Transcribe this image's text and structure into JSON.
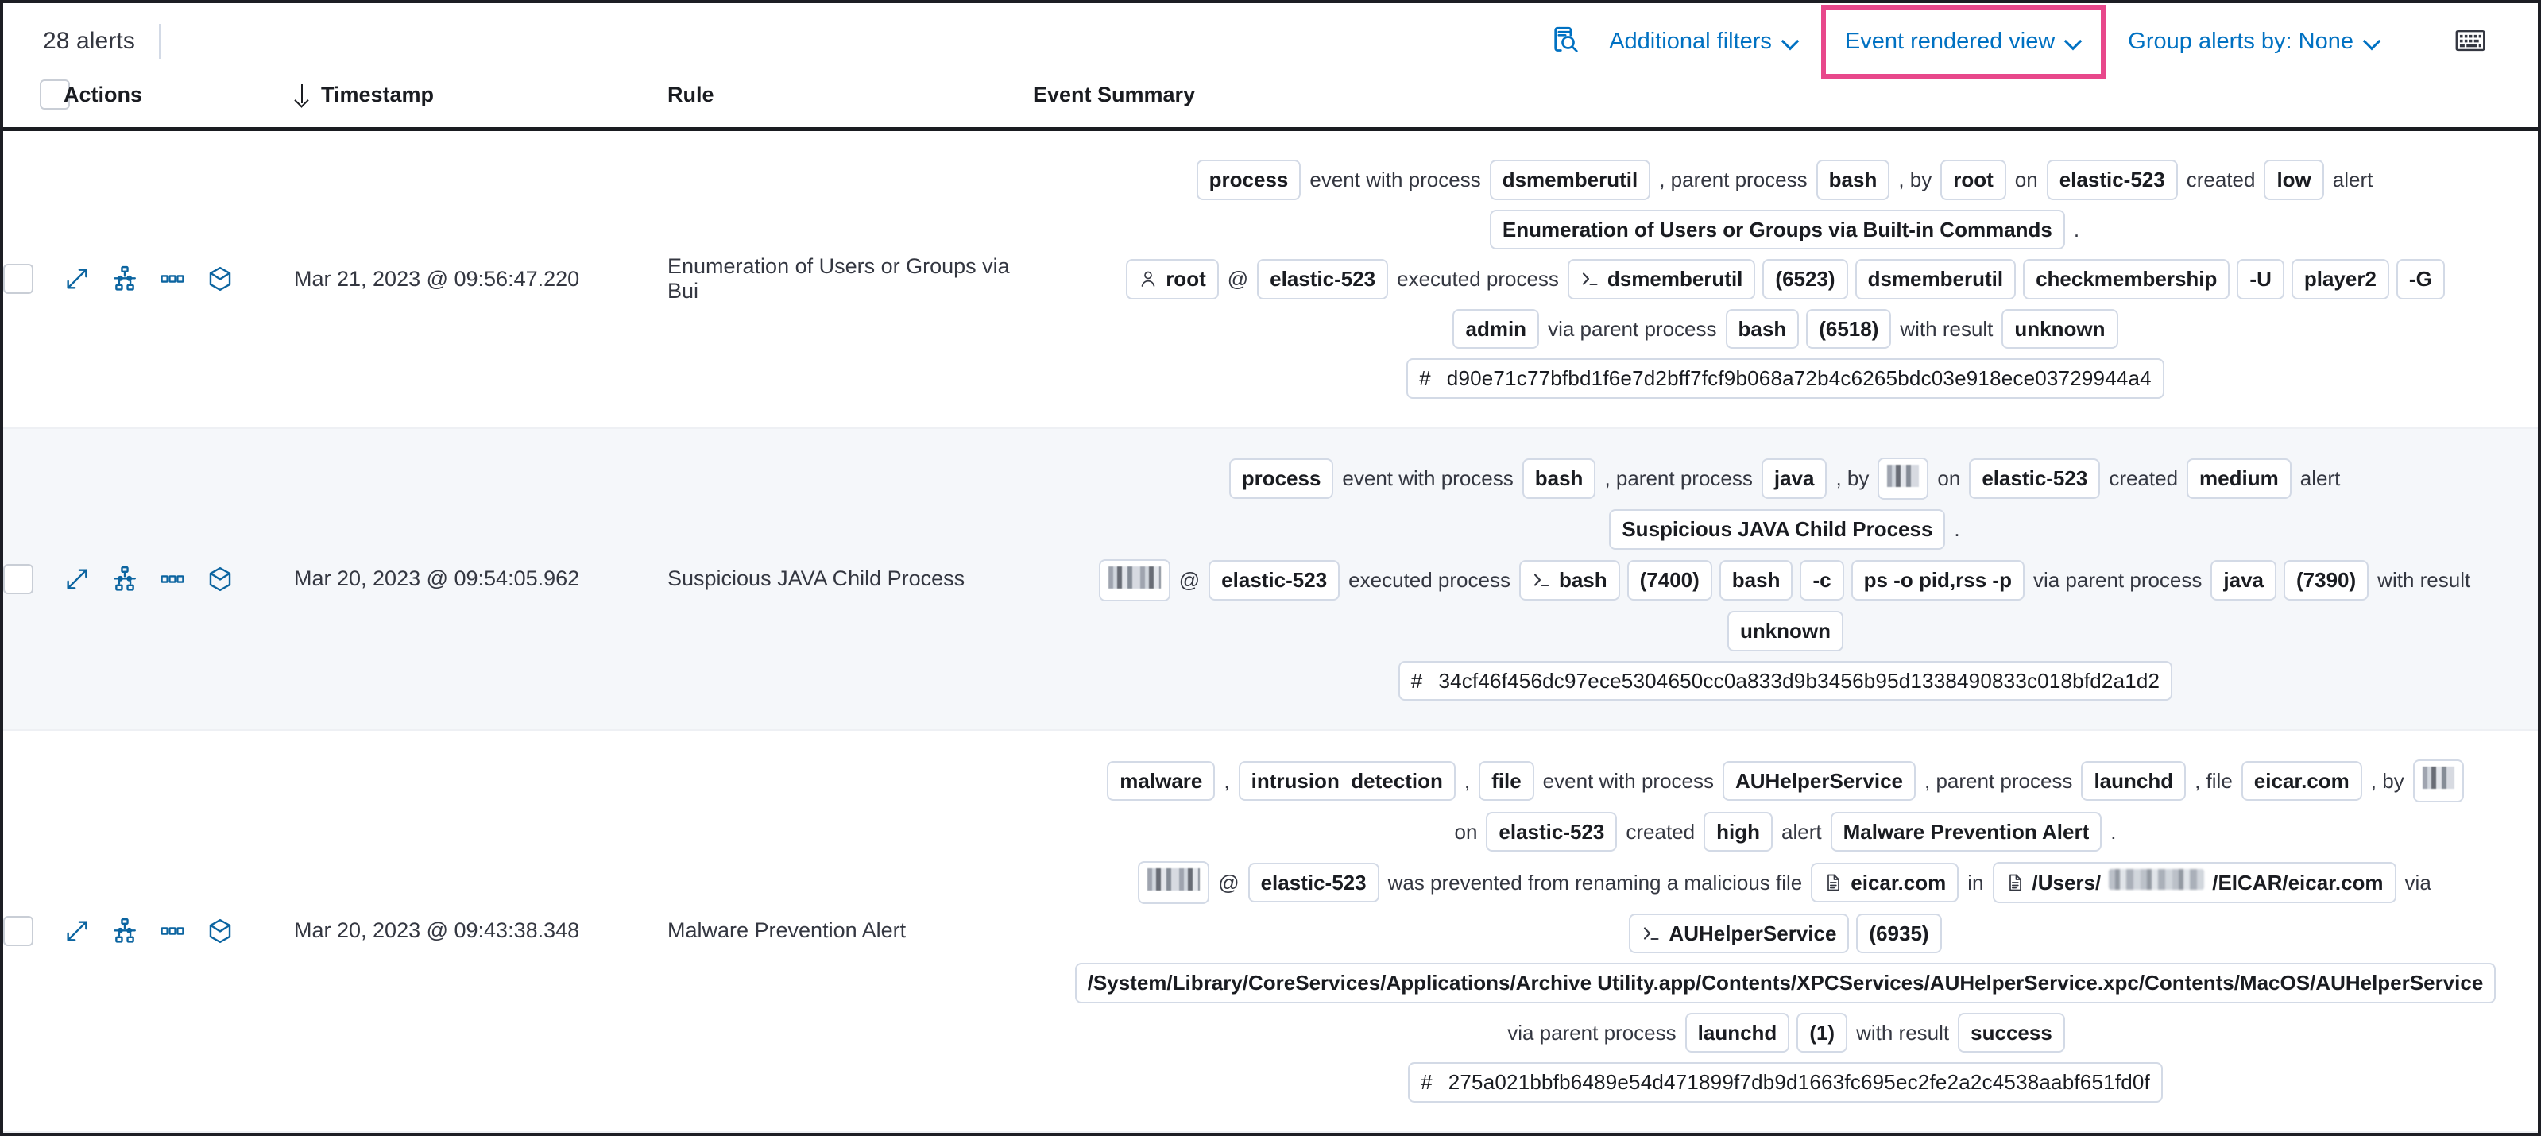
{
  "toolbar": {
    "alerts_count_label": "28 alerts",
    "additional_filters_label": "Additional filters",
    "event_rendered_view_label": "Event rendered view",
    "group_alerts_by_label": "Group alerts by: None",
    "inspect_icon": "inspect-search-icon",
    "keyboard_icon": "keyboard-icon",
    "highlight_color": "#e8488b",
    "link_color": "#0071c2"
  },
  "table": {
    "columns": {
      "select_all": "",
      "actions": "Actions",
      "timestamp": "Timestamp",
      "rule": "Rule",
      "event_summary": "Event Summary"
    },
    "sort": {
      "column": "Timestamp",
      "direction": "desc"
    },
    "row_actions": [
      "expand-icon",
      "analyzer-icon",
      "more-actions-icon",
      "session-view-icon"
    ],
    "rows": [
      {
        "timestamp": "Mar 21, 2023 @ 09:56:47.220",
        "rule": "Enumeration of Users or Groups via Bui",
        "shaded": false,
        "summary_lines": [
          [
            {
              "t": "pill",
              "v": "process"
            },
            {
              "t": "text",
              "v": "event with process"
            },
            {
              "t": "pill",
              "v": "dsmemberutil"
            },
            {
              "t": "text",
              "v": ", parent process"
            },
            {
              "t": "pill",
              "v": "bash"
            },
            {
              "t": "text",
              "v": ", by"
            },
            {
              "t": "pill",
              "v": "root"
            },
            {
              "t": "text",
              "v": "on"
            },
            {
              "t": "pill",
              "v": "elastic-523"
            },
            {
              "t": "text",
              "v": "created"
            },
            {
              "t": "pill",
              "v": "low"
            },
            {
              "t": "text",
              "v": "alert"
            }
          ],
          [
            {
              "t": "pill",
              "v": "Enumeration of Users or Groups via Built-in Commands"
            },
            {
              "t": "text",
              "v": "."
            }
          ],
          [
            {
              "t": "pill",
              "v": "root",
              "icon": "user-icon"
            },
            {
              "t": "text",
              "v": "@"
            },
            {
              "t": "pill",
              "v": "elastic-523"
            },
            {
              "t": "text",
              "v": "executed process"
            },
            {
              "t": "pill",
              "v": "dsmemberutil",
              "icon": "console-icon"
            },
            {
              "t": "pill",
              "v": "(6523)"
            },
            {
              "t": "pill",
              "v": "dsmemberutil"
            },
            {
              "t": "pill",
              "v": "checkmembership"
            },
            {
              "t": "pill",
              "v": "-U"
            },
            {
              "t": "pill",
              "v": "player2"
            },
            {
              "t": "pill",
              "v": "-G"
            }
          ],
          [
            {
              "t": "pill",
              "v": "admin"
            },
            {
              "t": "text",
              "v": "via parent process"
            },
            {
              "t": "pill",
              "v": "bash"
            },
            {
              "t": "pill",
              "v": "(6518)"
            },
            {
              "t": "text",
              "v": "with result"
            },
            {
              "t": "pill",
              "v": "unknown"
            }
          ],
          [
            {
              "t": "hash",
              "v": "d90e71c77bfbd1f6e7d2bff7fcf9b068a72b4c6265bdc03e918ece03729944a4"
            }
          ]
        ]
      },
      {
        "timestamp": "Mar 20, 2023 @ 09:54:05.962",
        "rule": "Suspicious JAVA Child Process",
        "shaded": true,
        "summary_lines": [
          [
            {
              "t": "pill",
              "v": "process"
            },
            {
              "t": "text",
              "v": "event with process"
            },
            {
              "t": "pill",
              "v": "bash"
            },
            {
              "t": "text",
              "v": ", parent process"
            },
            {
              "t": "pill",
              "v": "java"
            },
            {
              "t": "text",
              "v": ", by"
            },
            {
              "t": "redact",
              "v": ""
            },
            {
              "t": "text",
              "v": "on"
            },
            {
              "t": "pill",
              "v": "elastic-523"
            },
            {
              "t": "text",
              "v": "created"
            },
            {
              "t": "pill",
              "v": "medium"
            },
            {
              "t": "text",
              "v": "alert"
            }
          ],
          [
            {
              "t": "pill",
              "v": "Suspicious JAVA Child Process"
            },
            {
              "t": "text",
              "v": "."
            }
          ],
          [
            {
              "t": "redact",
              "v": "",
              "wide": true
            },
            {
              "t": "text",
              "v": "@"
            },
            {
              "t": "pill",
              "v": "elastic-523"
            },
            {
              "t": "text",
              "v": "executed process"
            },
            {
              "t": "pill",
              "v": "bash",
              "icon": "console-icon"
            },
            {
              "t": "pill",
              "v": "(7400)"
            },
            {
              "t": "pill",
              "v": "bash"
            },
            {
              "t": "pill",
              "v": "-c"
            },
            {
              "t": "pill",
              "v": "ps -o pid,rss -p"
            },
            {
              "t": "text",
              "v": "via parent process"
            },
            {
              "t": "pill",
              "v": "java"
            },
            {
              "t": "pill",
              "v": "(7390)"
            },
            {
              "t": "text",
              "v": "with result"
            }
          ],
          [
            {
              "t": "pill",
              "v": "unknown"
            }
          ],
          [
            {
              "t": "hash",
              "v": "34cf46f456dc97ece5304650cc0a833d9b3456b95d1338490833c018bfd2a1d2"
            }
          ]
        ]
      },
      {
        "timestamp": "Mar 20, 2023 @ 09:43:38.348",
        "rule": "Malware Prevention Alert",
        "shaded": false,
        "summary_lines": [
          [
            {
              "t": "pill",
              "v": "malware"
            },
            {
              "t": "text",
              "v": ","
            },
            {
              "t": "pill",
              "v": "intrusion_detection"
            },
            {
              "t": "text",
              "v": ","
            },
            {
              "t": "pill",
              "v": "file"
            },
            {
              "t": "text",
              "v": "event with process"
            },
            {
              "t": "pill",
              "v": "AUHelperService"
            },
            {
              "t": "text",
              "v": ", parent process"
            },
            {
              "t": "pill",
              "v": "launchd"
            },
            {
              "t": "text",
              "v": ", file"
            },
            {
              "t": "pill",
              "v": "eicar.com"
            },
            {
              "t": "text",
              "v": ", by"
            },
            {
              "t": "redact",
              "v": ""
            }
          ],
          [
            {
              "t": "text",
              "v": "on"
            },
            {
              "t": "pill",
              "v": "elastic-523"
            },
            {
              "t": "text",
              "v": "created"
            },
            {
              "t": "pill",
              "v": "high"
            },
            {
              "t": "text",
              "v": "alert"
            },
            {
              "t": "pill",
              "v": "Malware Prevention Alert"
            },
            {
              "t": "text",
              "v": "."
            }
          ],
          [
            {
              "t": "redact",
              "v": "",
              "wide": true
            },
            {
              "t": "text",
              "v": "@"
            },
            {
              "t": "pill",
              "v": "elastic-523"
            },
            {
              "t": "text",
              "v": "was prevented from renaming a malicious file"
            },
            {
              "t": "pill",
              "v": "eicar.com",
              "icon": "file-icon"
            },
            {
              "t": "text",
              "v": "in"
            },
            {
              "t": "pillpath",
              "prefix": "/Users/",
              "suffix": "/EICAR/eicar.com",
              "icon": "file-icon"
            },
            {
              "t": "text",
              "v": "via"
            }
          ],
          [
            {
              "t": "pill",
              "v": "AUHelperService",
              "icon": "console-icon"
            },
            {
              "t": "pill",
              "v": "(6935)"
            }
          ],
          [
            {
              "t": "path",
              "v": "/System/Library/CoreServices/Applications/Archive Utility.app/Contents/XPCServices/AUHelperService.xpc/Contents/MacOS/AUHelperService"
            }
          ],
          [
            {
              "t": "text",
              "v": "via parent process"
            },
            {
              "t": "pill",
              "v": "launchd"
            },
            {
              "t": "pill",
              "v": "(1)"
            },
            {
              "t": "text",
              "v": "with result"
            },
            {
              "t": "pill",
              "v": "success"
            }
          ],
          [
            {
              "t": "hash",
              "v": "275a021bbfb6489e54d471899f7db9d1663fc695ec2fe2a2c4538aabf651fd0f"
            }
          ]
        ]
      }
    ]
  }
}
